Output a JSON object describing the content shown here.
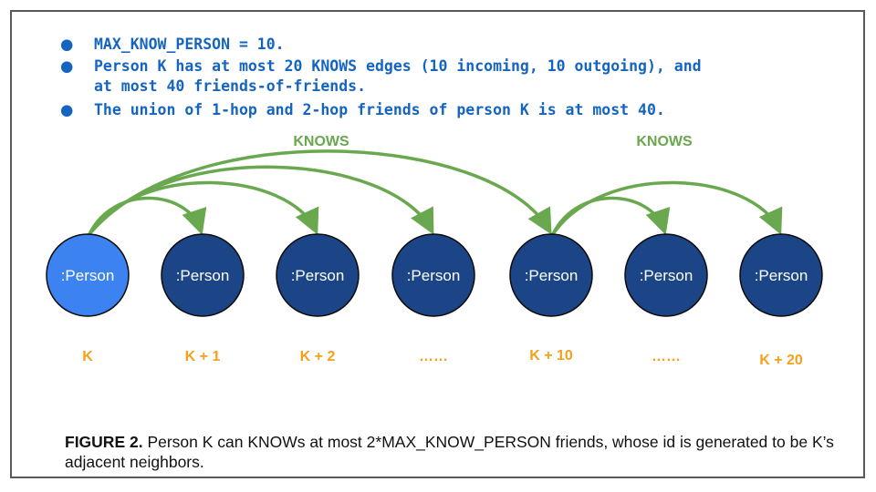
{
  "bullets": [
    {
      "text": "MAX_KNOW_PERSON = 10."
    },
    {
      "text": "Person K has at most 20 KNOWS edges (10 incoming, 10 outgoing), and",
      "text2": "at most 40 friends-of-friends."
    },
    {
      "text": "The union of 1-hop and 2-hop friends of person K is at most 40."
    }
  ],
  "bullet_glyph": "●",
  "edge_labels": [
    "KNOWS",
    "KNOWS"
  ],
  "nodes": [
    {
      "label": ":Person",
      "id": "K",
      "highlight": true
    },
    {
      "label": ":Person",
      "id": "K + 1",
      "highlight": false
    },
    {
      "label": ":Person",
      "id": "K + 2",
      "highlight": false
    },
    {
      "label": ":Person",
      "id": "……",
      "highlight": false
    },
    {
      "label": ":Person",
      "id": "K + 10",
      "highlight": false
    },
    {
      "label": ":Person",
      "id": "……",
      "highlight": false
    },
    {
      "label": ":Person",
      "id": "K + 20",
      "highlight": false
    }
  ],
  "edges": [
    {
      "from": 0,
      "to": 1
    },
    {
      "from": 0,
      "to": 2
    },
    {
      "from": 0,
      "to": 3
    },
    {
      "from": 0,
      "to": 4
    },
    {
      "from": 4,
      "to": 5
    },
    {
      "from": 4,
      "to": 6
    }
  ],
  "caption": {
    "bold": "FIGURE 2.",
    "text": " Person K can KNOWs at most 2*MAX_KNOW_PERSON friends, whose id is generated to be K’s adjacent neighbors."
  },
  "colors": {
    "node": "#1c4587",
    "node_highlight": "#3c82f0",
    "edge": "#6aa84f",
    "id_label": "#f6a01a",
    "bullet_text": "#1565c0"
  }
}
